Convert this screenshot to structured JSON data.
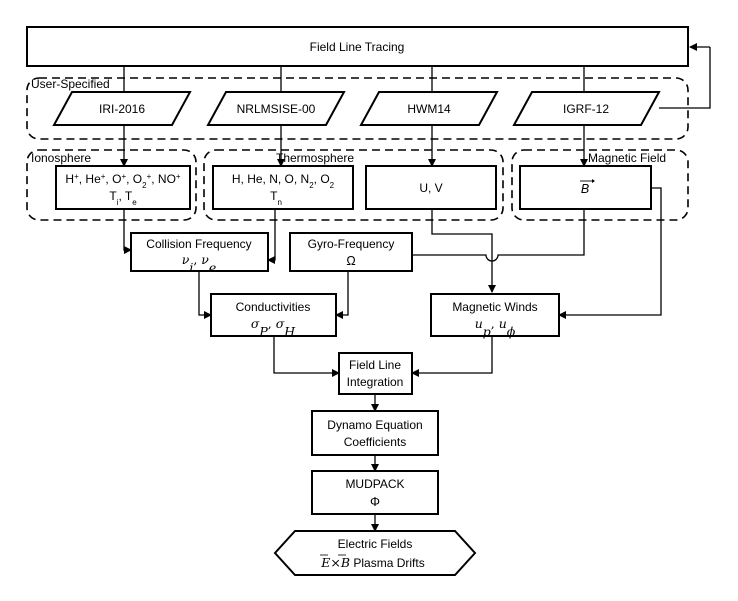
{
  "top": {
    "field_line_tracing": "Field Line Tracing"
  },
  "groups": {
    "user_specified": "User-Specified",
    "ionosphere": "Ionosphere",
    "thermosphere": "Thermosphere",
    "magnetic_field": "Magnetic Field"
  },
  "models": {
    "iri": "IRI-2016",
    "nrlmsise": "NRLMSISE-00",
    "hwm": "HWM14",
    "igrf": "IGRF-12"
  },
  "outputs": {
    "ion_species": {
      "h": "H",
      "he": "He",
      "o": "O",
      "o2": "O",
      "no": "NO",
      "plus": "+",
      "two": "2",
      "sep": ", "
    },
    "ion_temps": {
      "ti": "T",
      "te": "T",
      "i": "i",
      "e": "e"
    },
    "neutral_species": {
      "text": "H, He,  N, O, N",
      "two": "2",
      "o2": ", O"
    },
    "neutral_temp": {
      "t": "T",
      "n": "n"
    },
    "winds": "U, V",
    "b_field": "B"
  },
  "processes": {
    "collision": {
      "title": "Collision Frequency",
      "sym1": "ν",
      "sub1": "i",
      "comma": ", ",
      "sym2": "ν",
      "sub2": "e"
    },
    "gyro": {
      "title": "Gyro-Frequency",
      "sym": "Ω"
    },
    "conductivities": {
      "title": "Conductivities",
      "sym1": "σ",
      "sub1": "P",
      "comma": ", ",
      "sym2": "σ",
      "sub2": "H"
    },
    "magnetic_winds": {
      "title": "Magnetic Winds",
      "sym1": "u",
      "sub1": "p",
      "comma": ", ",
      "sym2": "u",
      "sub2": "ϕ"
    },
    "field_line_integration": {
      "line1": "Field Line",
      "line2": "Integration"
    },
    "dynamo": {
      "line1": "Dynamo Equation",
      "line2": "Coefficients"
    },
    "mudpack": {
      "title": "MUDPACK",
      "sym": "Φ"
    },
    "electric_fields": {
      "line1": "Electric Fields",
      "e": "E",
      "times": "×",
      "b": "B",
      "drifts": " Plasma Drifts"
    }
  }
}
